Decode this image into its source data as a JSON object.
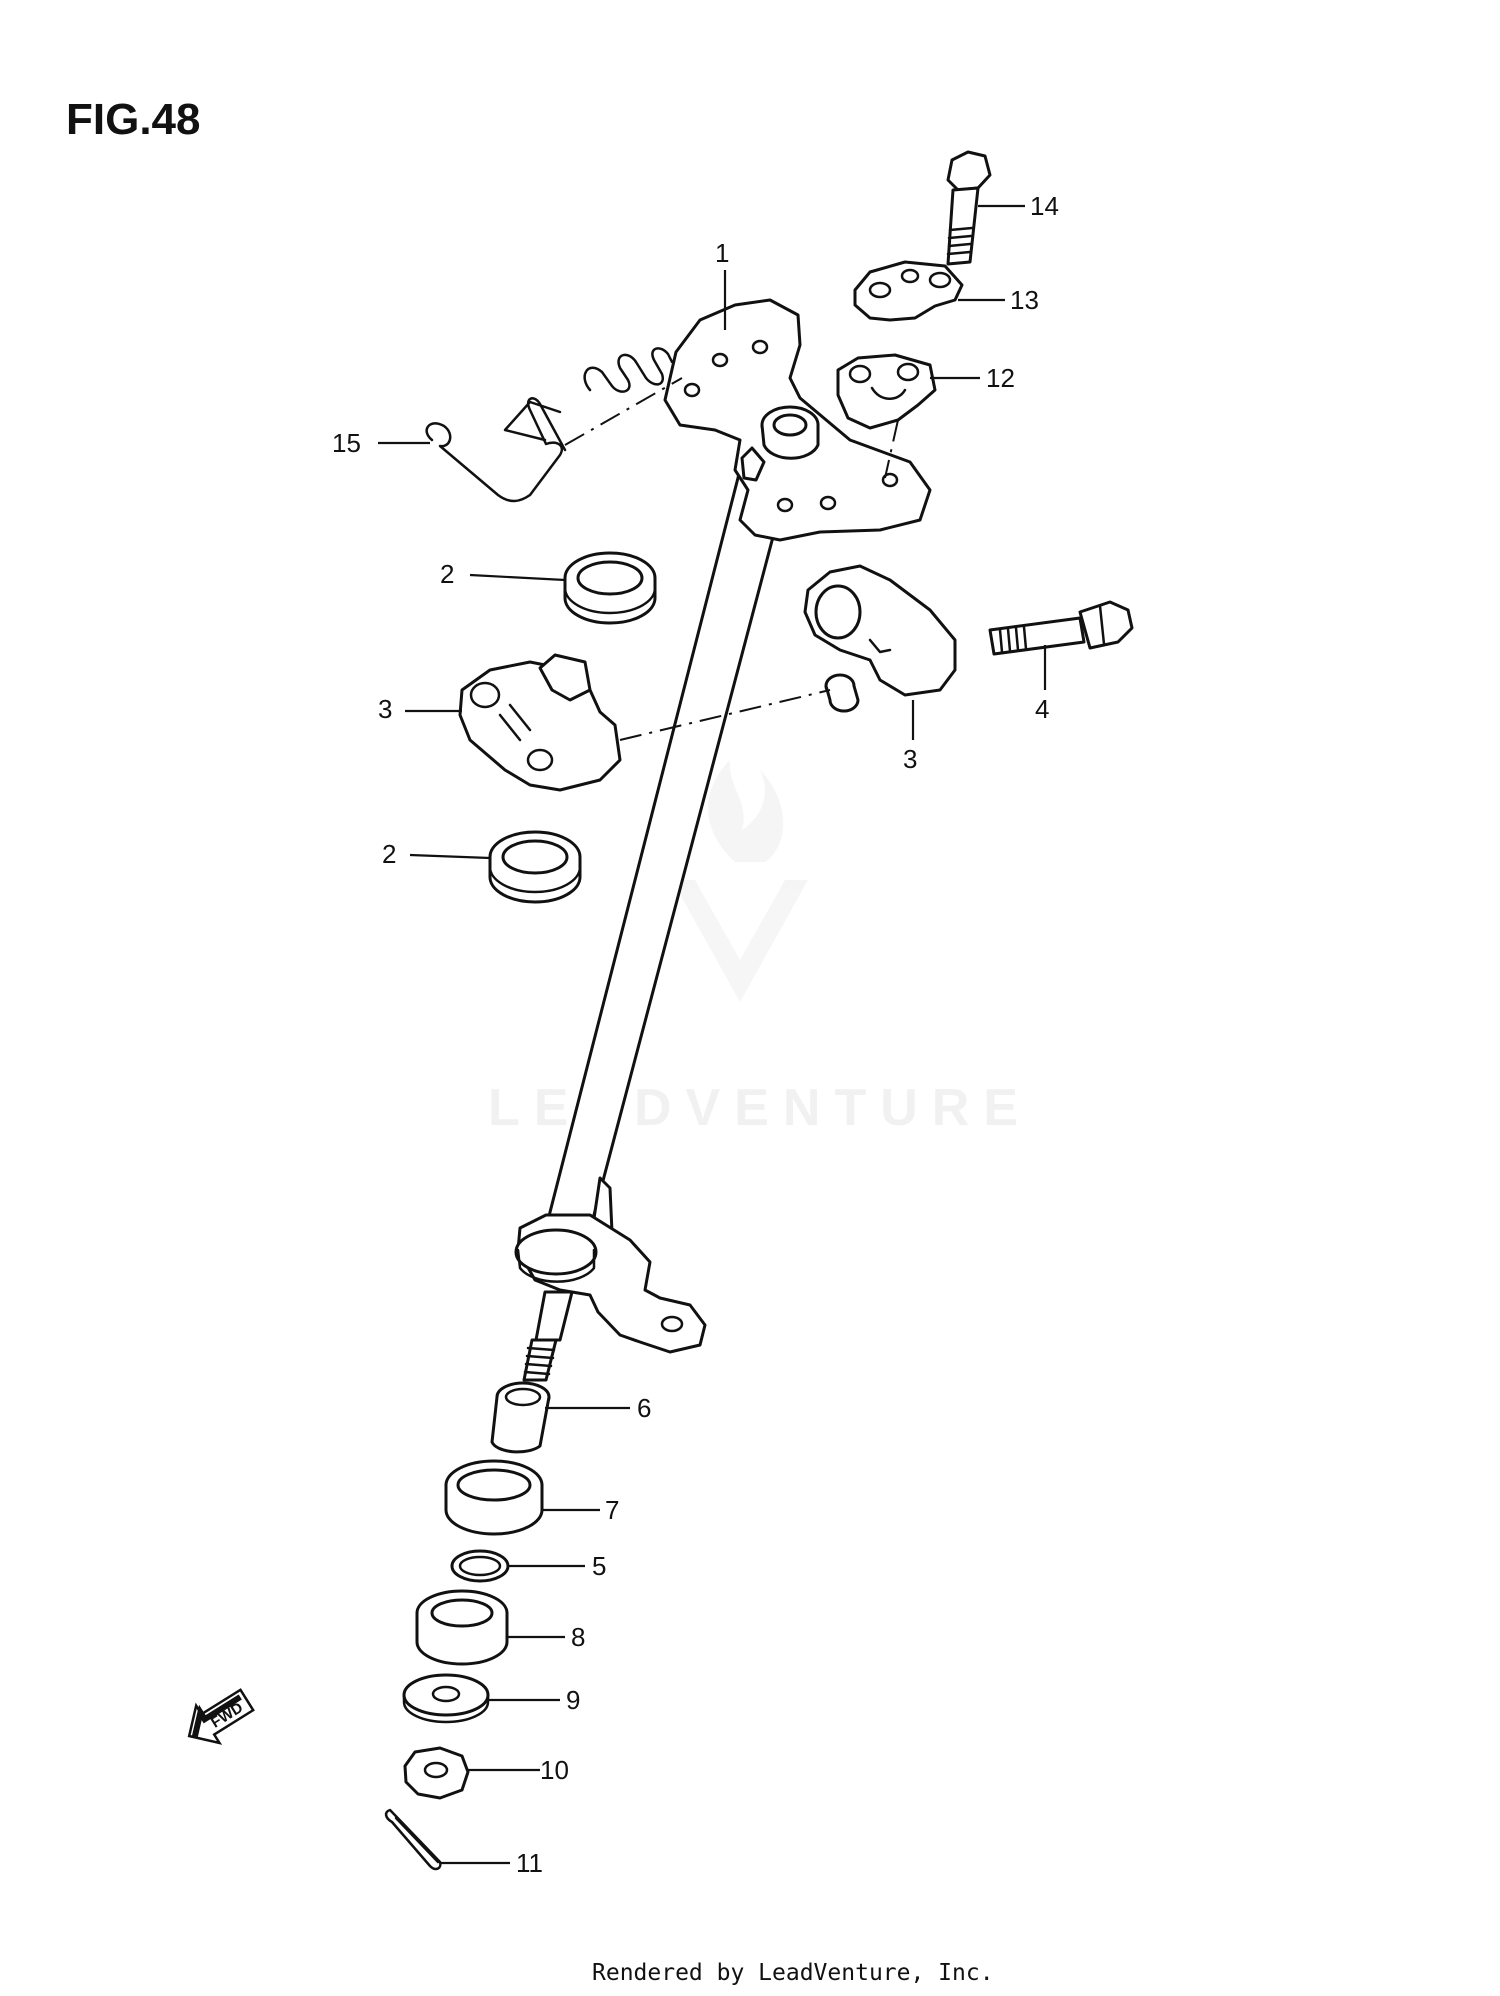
{
  "figure": {
    "title": "FIG.48"
  },
  "credit": "Rendered by LeadVenture, Inc.",
  "watermark": {
    "text": "LEADVENTURE"
  },
  "fwd_label": "FWD",
  "callouts": [
    {
      "id": "c1",
      "label": "1"
    },
    {
      "id": "c2a",
      "label": "2"
    },
    {
      "id": "c2b",
      "label": "2"
    },
    {
      "id": "c3a",
      "label": "3"
    },
    {
      "id": "c3b",
      "label": "3"
    },
    {
      "id": "c4",
      "label": "4"
    },
    {
      "id": "c5",
      "label": "5"
    },
    {
      "id": "c6",
      "label": "6"
    },
    {
      "id": "c7",
      "label": "7"
    },
    {
      "id": "c8",
      "label": "8"
    },
    {
      "id": "c9",
      "label": "9"
    },
    {
      "id": "c10",
      "label": "10"
    },
    {
      "id": "c11",
      "label": "11"
    },
    {
      "id": "c12",
      "label": "12"
    },
    {
      "id": "c13",
      "label": "13"
    },
    {
      "id": "c14",
      "label": "14"
    },
    {
      "id": "c15",
      "label": "15"
    }
  ]
}
